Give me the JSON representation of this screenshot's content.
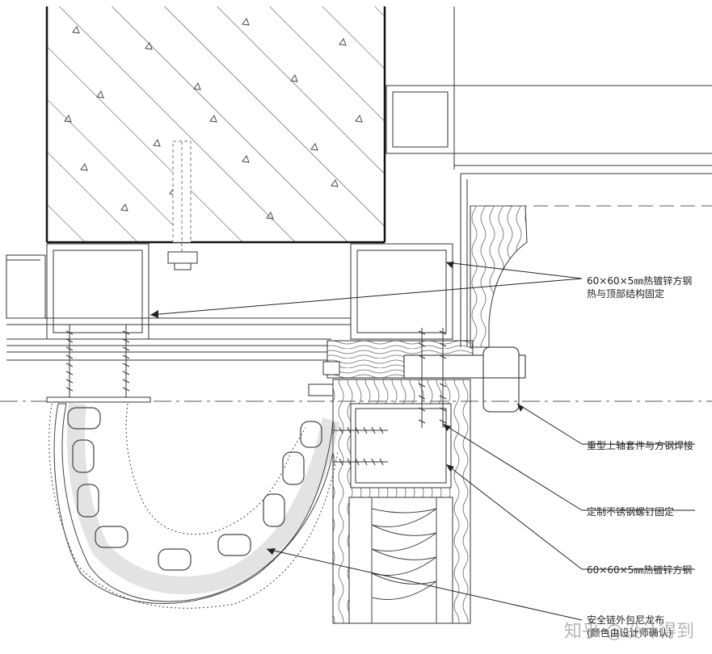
{
  "annotations": [
    {
      "lines": [
        "60×60×5㎜热镀锌方钢",
        "热与顶部结构固定"
      ]
    },
    {
      "lines": [
        "重型上轴套件与方钢焊接"
      ]
    },
    {
      "lines": [
        "定制不锈钢螺钉固定"
      ]
    },
    {
      "lines": [
        "60×60×5㎜热镀锌方钢"
      ]
    },
    {
      "lines": [
        "安全链外包尼龙布",
        "(颜色由设计师确认)"
      ]
    }
  ],
  "watermark": "知乎 @设计得到",
  "colors": {
    "line": "#222222",
    "thin": "#555555",
    "background": "#ffffff"
  }
}
